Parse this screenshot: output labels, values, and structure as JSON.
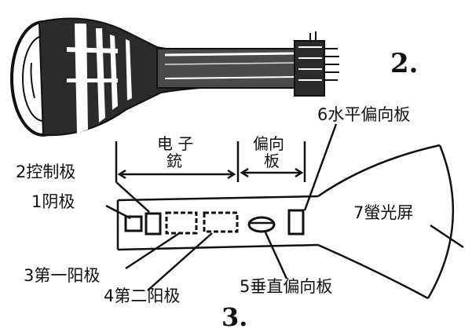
{
  "figure_numbers": {
    "top": "2.",
    "bottom": "3."
  },
  "section_labels": {
    "electron_gun_line1": "电 子",
    "electron_gun_line2": "銃",
    "deflection_line1": "偏向",
    "deflection_line2": "板"
  },
  "part_labels": {
    "horizontal_deflection": "6水平偏向板",
    "control_grid": "2控制极",
    "cathode": "1阴极",
    "fluorescent_screen": "7螢光屏",
    "first_anode": "3第一阳极",
    "second_anode": "4第二阳极",
    "vertical_deflection": "5垂直偏向板"
  },
  "colors": {
    "ink": "#111111",
    "paper": "#ffffff",
    "shade": "#3a3a3a"
  }
}
